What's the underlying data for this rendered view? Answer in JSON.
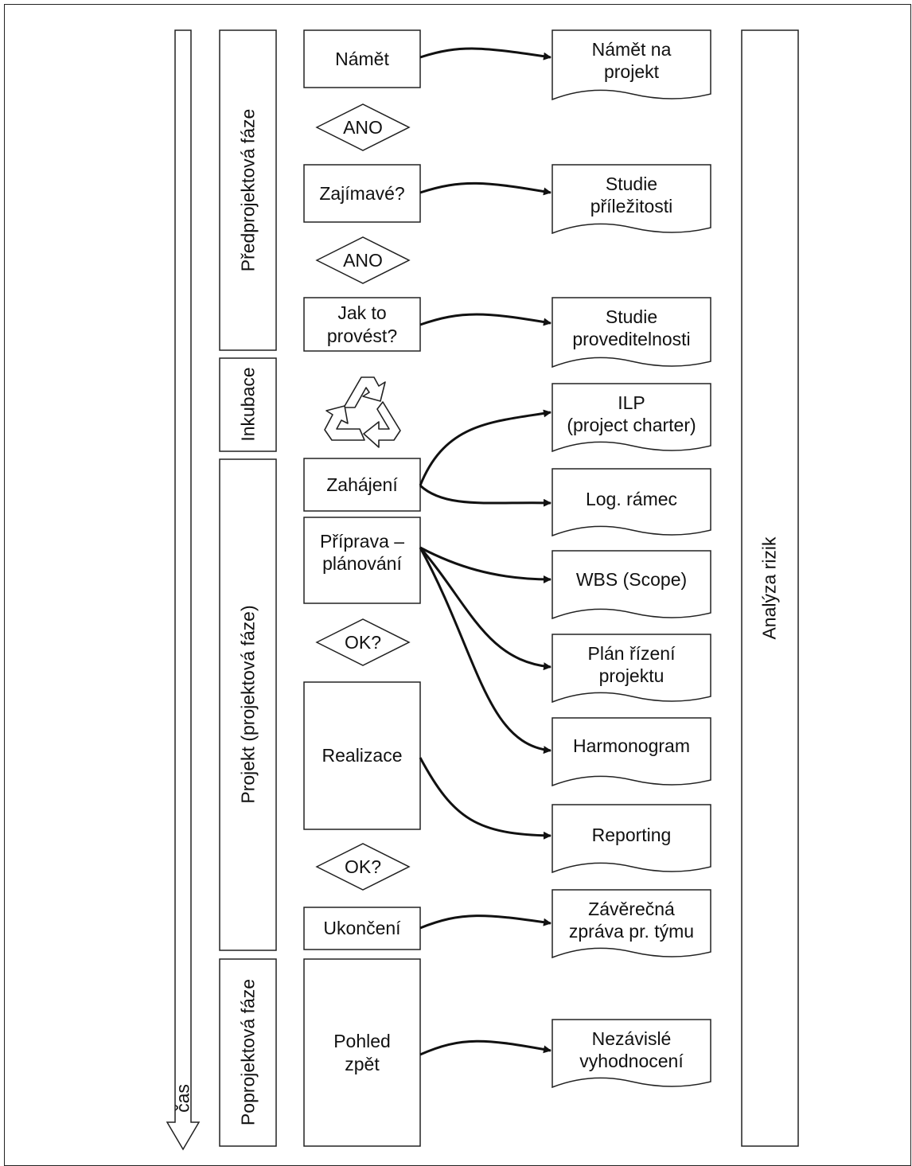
{
  "diagram": {
    "time_label": "čas",
    "risk_label": "Analýza rizik",
    "phases": {
      "pre_project": "Předprojektová fáze",
      "incubation": "Inkubace",
      "project": "Projekt (projektová fáze)",
      "post_project": "Poprojektová fáze"
    },
    "steps": {
      "idea": "Námět",
      "interesting": "Zajímavé?",
      "how": "Jak to\nprovést?",
      "initiation": "Zahájení",
      "preparation": "Příprava –\nplánování",
      "realization": "Realizace",
      "closure": "Ukončení",
      "review": "Pohled\nzpět"
    },
    "decisions": {
      "yes_1": "ANO",
      "yes_2": "ANO",
      "ok_1": "OK?",
      "ok_2": "OK?"
    },
    "documents": {
      "project_idea": "Námět na\nprojekt",
      "opportunity_study": "Studie\npříležitosti",
      "feasibility_study": "Studie\nproveditelnosti",
      "ilp": "ILP\n(project charter)",
      "logframe": "Log. rámec",
      "wbs": "WBS (Scope)",
      "management_plan": "Plán řízení\nprojektu",
      "schedule": "Harmonogram",
      "reporting": "Reporting",
      "final_report": "Závěrečná\nzpráva pr. týmu",
      "independent_eval": "Nezávislé\nvyhodnocení"
    }
  }
}
